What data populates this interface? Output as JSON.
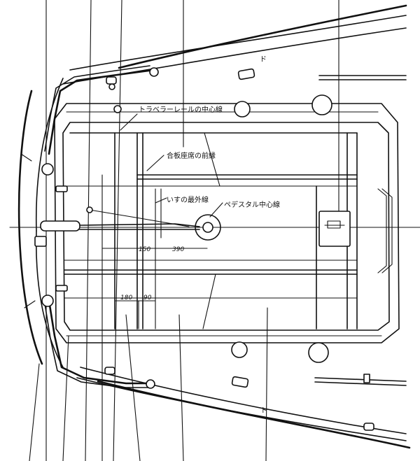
{
  "labels": {
    "traveler_rail_center": "トラベラーレールの中心線",
    "cockpit_seat_front": "合板座席の前縁",
    "seat_outer_line": "いすの最外線",
    "pedestal_center": "ペデスタル中心線",
    "mark_port": "ド",
    "mark_starboard": "ト"
  },
  "dimensions": {
    "d150": "150",
    "d390": "390",
    "d180": "180",
    "d90": "90"
  },
  "icons": {
    "hatch": "hatch-icon",
    "winch": "winch-icon",
    "pedestal": "steering-pedestal-icon"
  }
}
